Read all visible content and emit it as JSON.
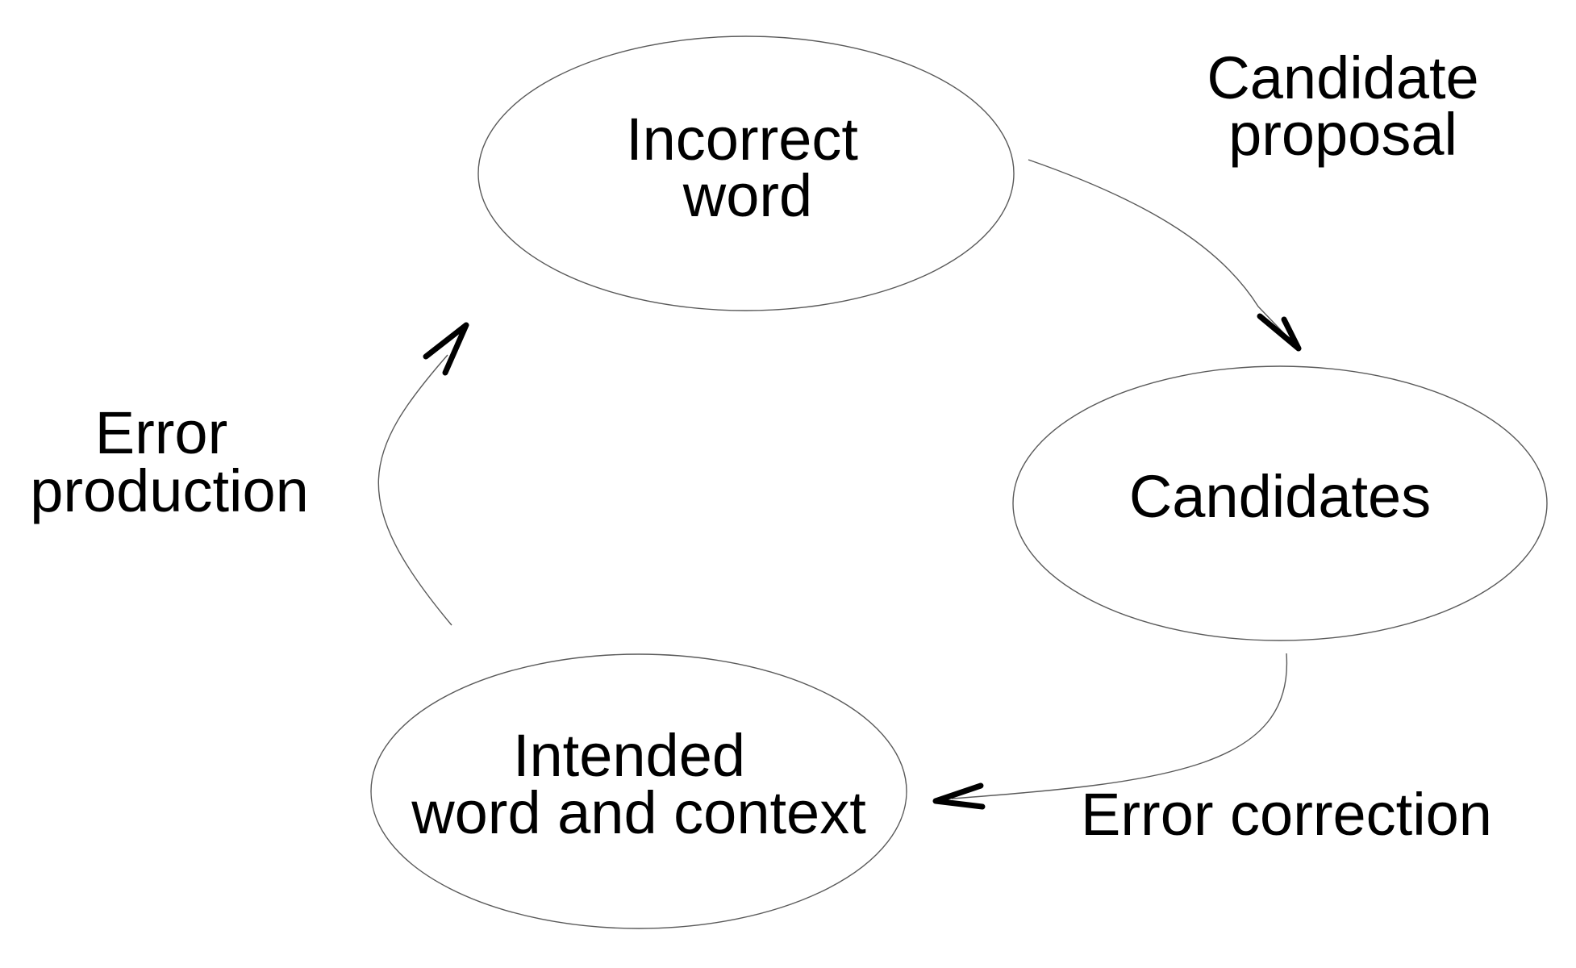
{
  "nodes": {
    "incorrect_word": {
      "line1": "Incorrect",
      "line2": "word"
    },
    "candidates": {
      "line1": "Candidates"
    },
    "intended_word": {
      "line1": "Intended",
      "line2": "word and context"
    }
  },
  "edges": {
    "candidate_proposal": {
      "line1": "Candidate",
      "line2": "proposal"
    },
    "error_correction": {
      "line1": "Error correction"
    },
    "error_production": {
      "line1": "Error",
      "line2": "production"
    }
  },
  "colors": {
    "background": "#ffffff",
    "text": "#000000",
    "outline": "#5a5a5a"
  }
}
